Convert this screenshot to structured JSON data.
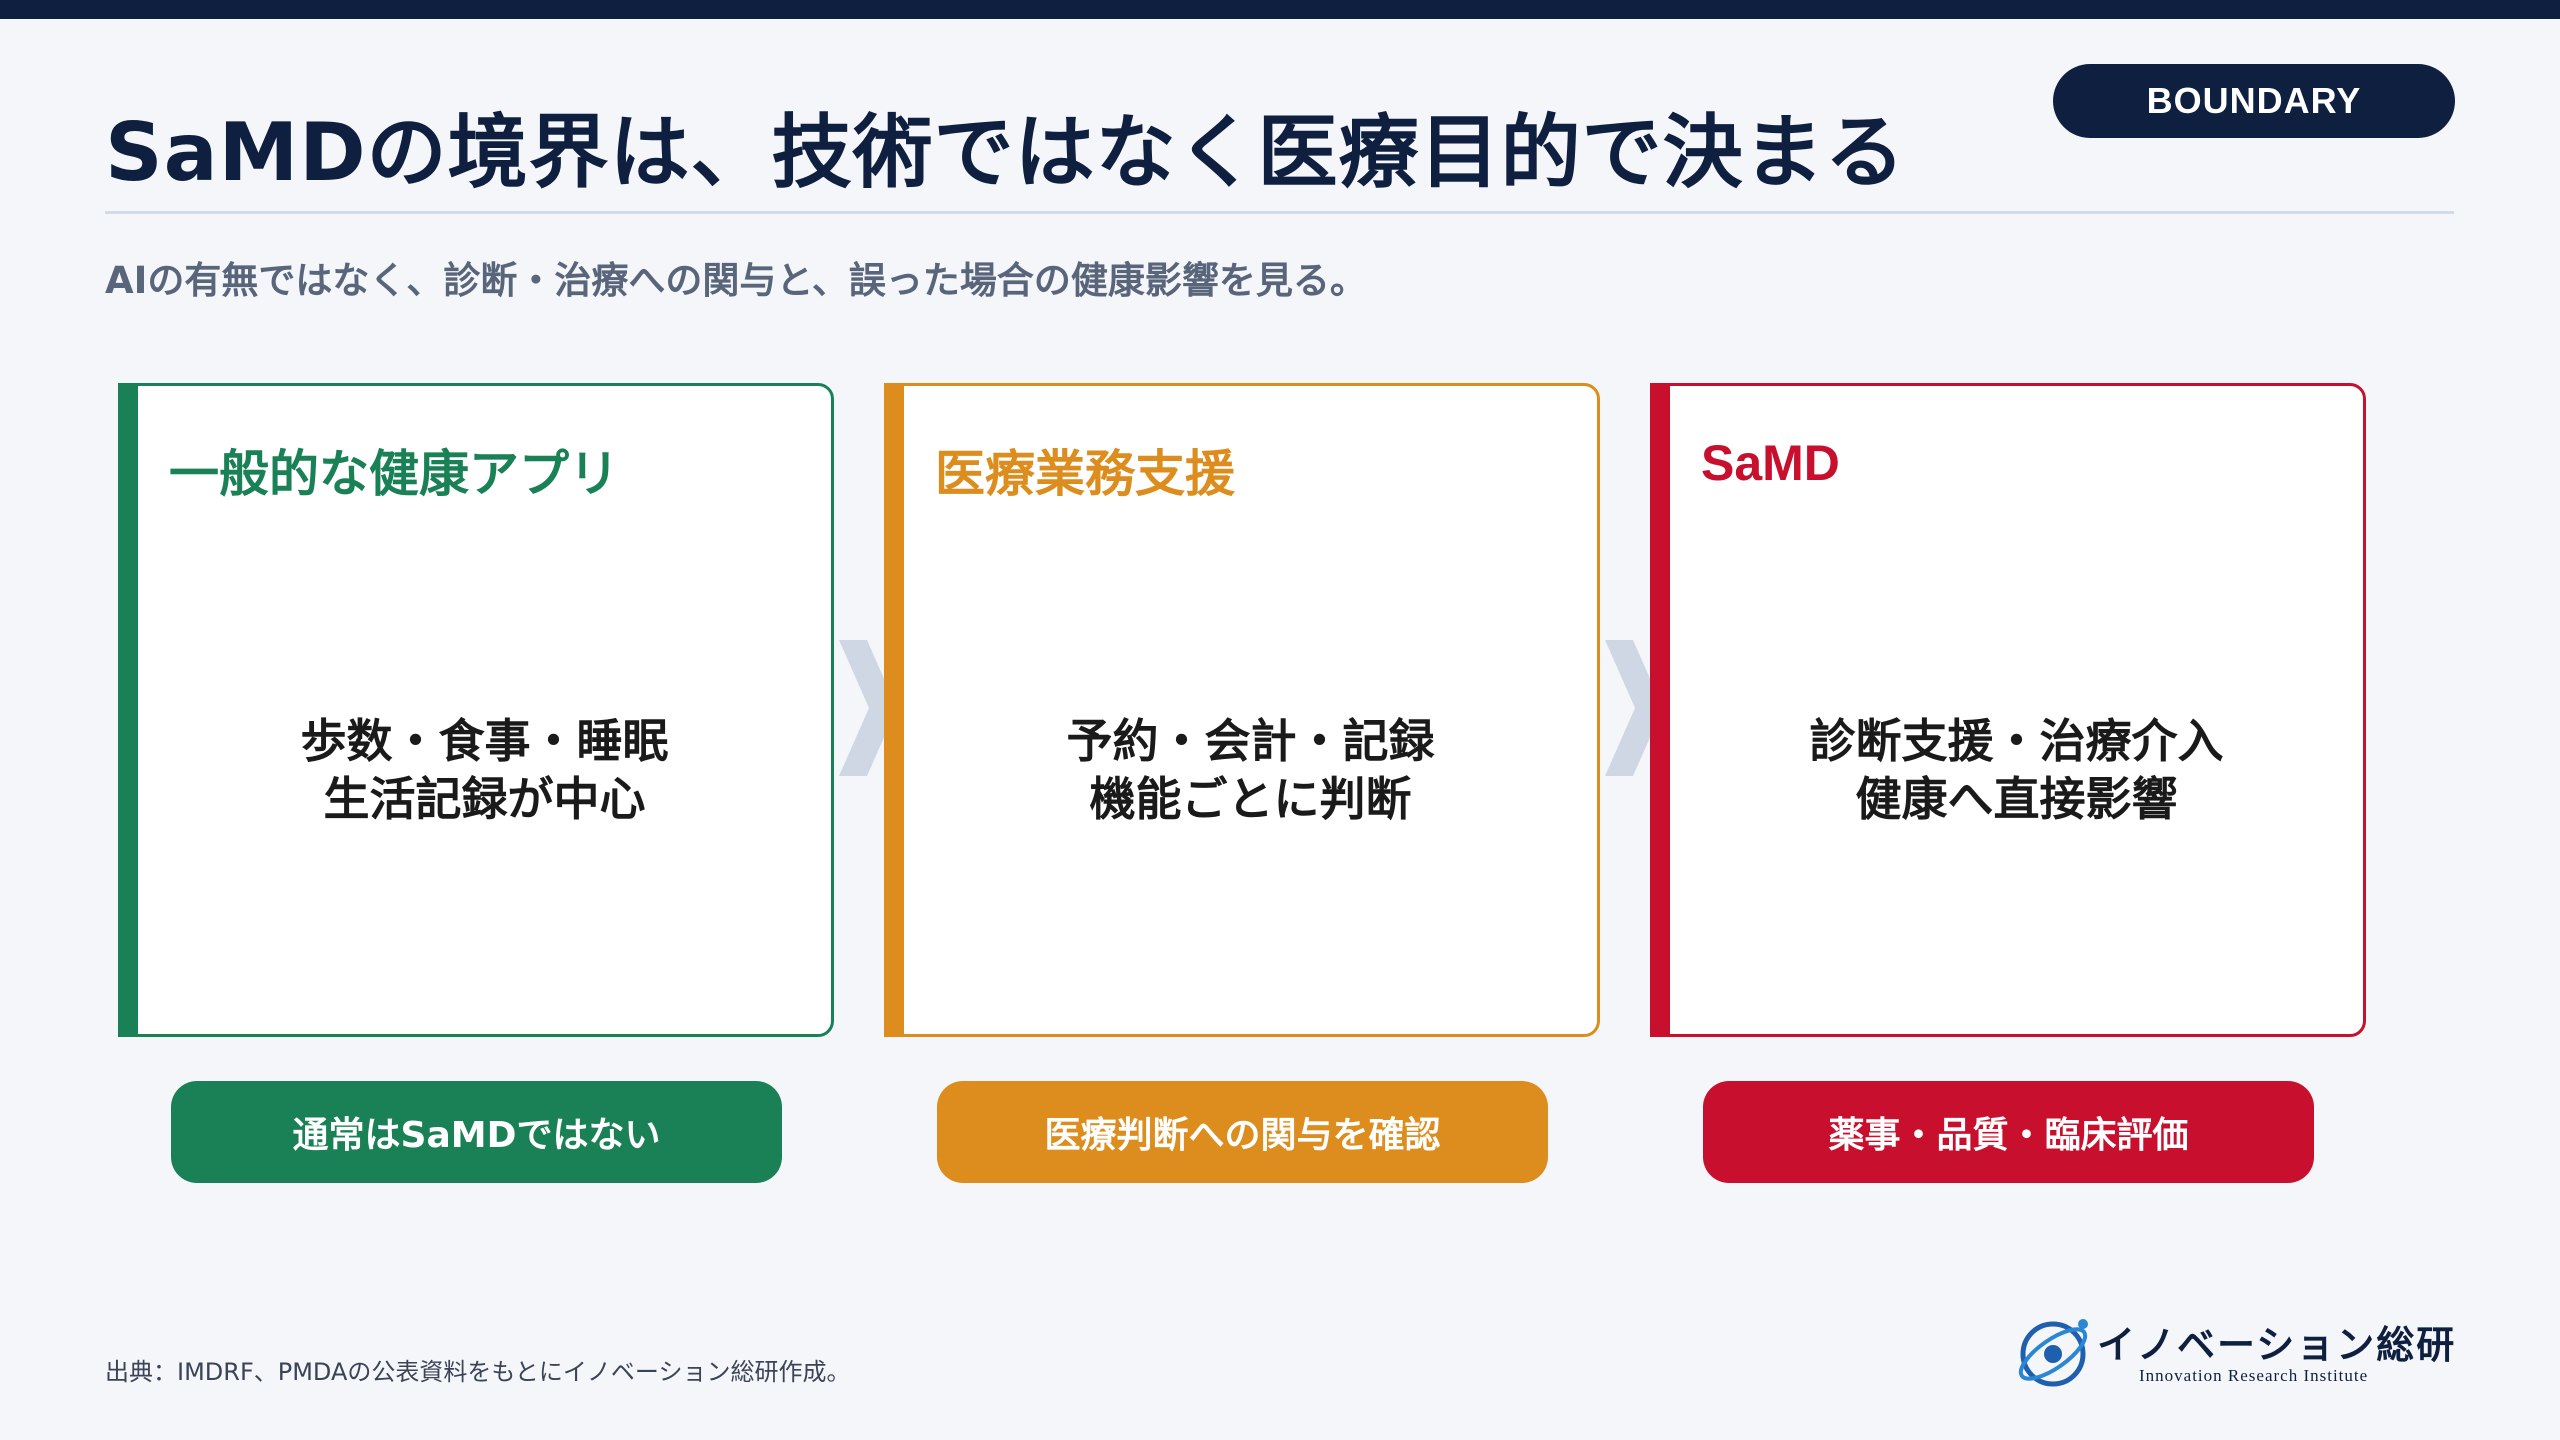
{
  "header": {
    "title": "SaMDの境界は、技術ではなく医療目的で決まる",
    "badge": "BOUNDARY",
    "subtitle": "AIの有無ではなく、診断・治療への関与と、誤った場合の健康影響を見る。"
  },
  "colors": {
    "navy": "#0e1f3f",
    "green": "#1a8157",
    "orange": "#dc8d1d",
    "red": "#c8102e",
    "chevron": "#cfd7e4"
  },
  "cards": [
    {
      "title": "一般的な健康アプリ",
      "lines": [
        "歩数・食事・睡眠",
        "生活記録が中心"
      ],
      "pill": "通常はSaMDではない"
    },
    {
      "title": "医療業務支援",
      "lines": [
        "予約・会計・記録",
        "機能ごとに判断"
      ],
      "pill": "医療判断への関与を確認"
    },
    {
      "title": "SaMD",
      "lines": [
        "診断支援・治療介入",
        "健康へ直接影響"
      ],
      "pill": "薬事・品質・臨床評価"
    }
  ],
  "footer": {
    "source": "出典：IMDRF、PMDAの公表資料をもとにイノベーション総研作成。",
    "logo_name": "イノベーション総研",
    "logo_sub": "Innovation Research Institute"
  }
}
